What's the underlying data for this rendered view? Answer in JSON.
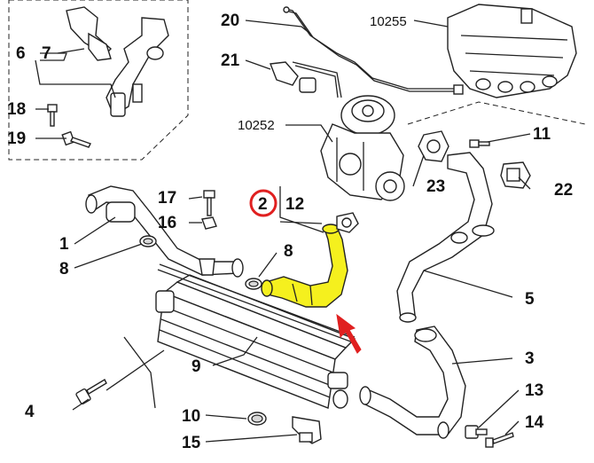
{
  "labels": {
    "p1": "1",
    "p2": "2",
    "p3": "3",
    "p4": "4",
    "p5": "5",
    "p6": "6",
    "p7": "7",
    "p8a": "8",
    "p8b": "8",
    "p9": "9",
    "p10": "10",
    "p11": "11",
    "p12": "12",
    "p13": "13",
    "p14": "14",
    "p15": "15",
    "p16": "16",
    "p17": "17",
    "p18": "18",
    "p19": "19",
    "p20": "20",
    "p21": "21",
    "p22": "22",
    "p23": "23",
    "r10252": "10252",
    "r10255": "10255"
  },
  "colors": {
    "highlight_hose": "#f5f01e",
    "highlight_circle": "#e02020",
    "arrow": "#e02020",
    "line": "#222222"
  },
  "highlighted_part": "2"
}
